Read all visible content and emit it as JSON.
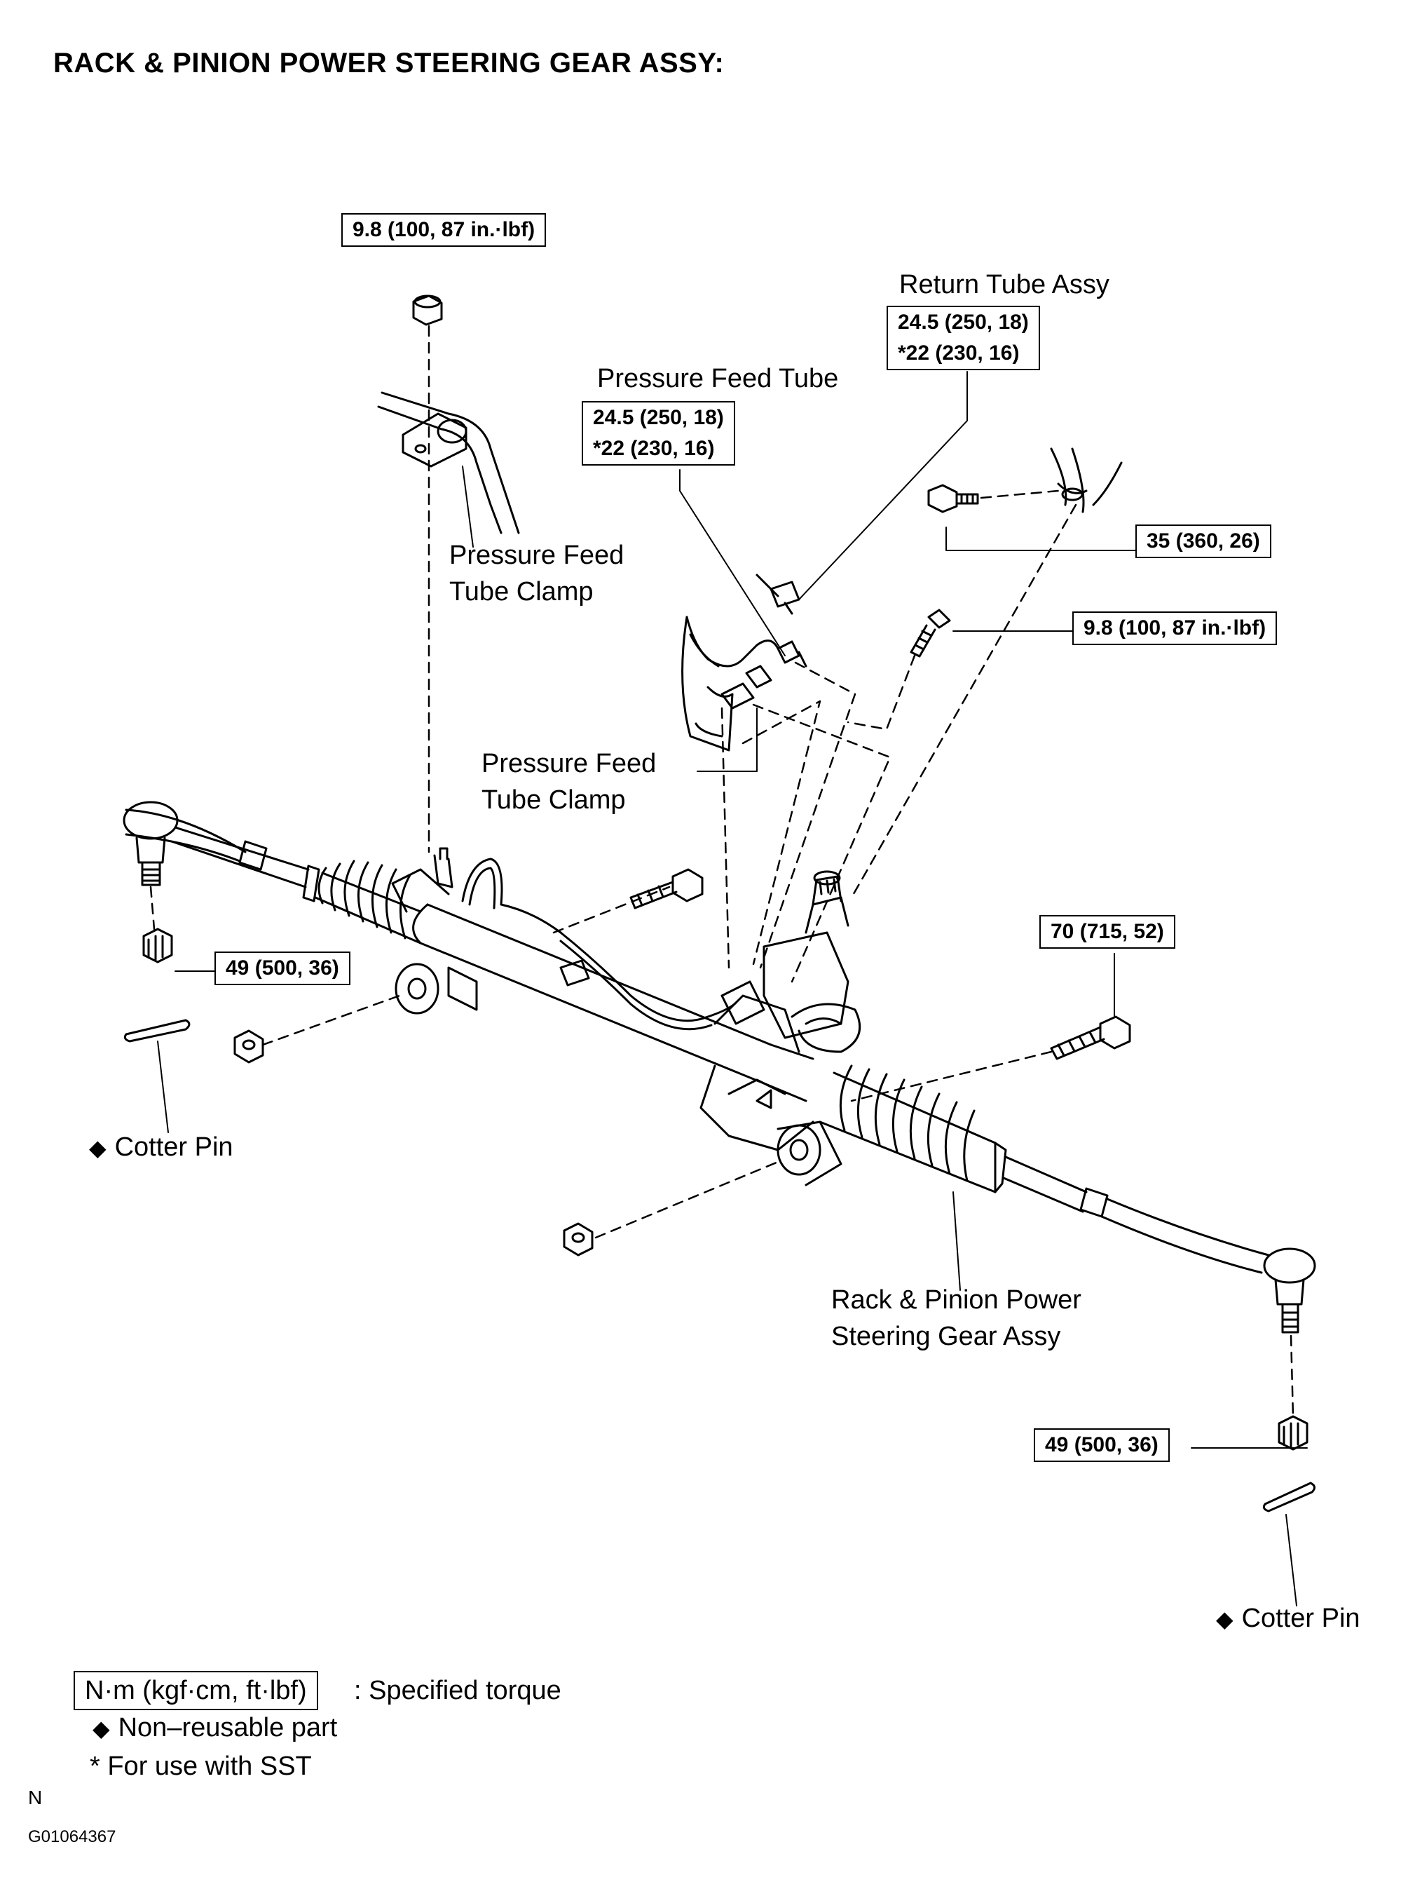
{
  "title": "RACK & PINION POWER STEERING GEAR ASSY:",
  "labels": {
    "return_tube": "Return Tube Assy",
    "pressure_feed_tube": "Pressure Feed Tube",
    "clamp_upper_1": "Pressure Feed",
    "clamp_upper_2": "Tube Clamp",
    "clamp_lower_1": "Pressure Feed",
    "clamp_lower_2": "Tube Clamp",
    "cotter_left": "Cotter Pin",
    "cotter_right": "Cotter Pin",
    "gear_assy_1": "Rack & Pinion Power",
    "gear_assy_2": "Steering Gear Assy",
    "diamond": "◆"
  },
  "torques": {
    "top_left": "9.8 (100, 87 in.·lbf)",
    "return_tube_1": "24.5 (250, 18)",
    "return_tube_2": "*22 (230, 16)",
    "pressure_feed_1": "24.5 (250, 18)",
    "pressure_feed_2": "*22 (230, 16)",
    "bolt_35": "35 (360, 26)",
    "bolt_9_8": "9.8 (100, 87 in.·lbf)",
    "bolt_70": "70 (715, 52)",
    "nut_left": "49 (500, 36)",
    "nut_right": "49 (500, 36)"
  },
  "legend": {
    "unit_box": "N·m (kgf·cm, ft·lbf)",
    "unit_desc": ": Specified torque",
    "non_reusable": "Non–reusable part",
    "sst": "* For use with SST"
  },
  "footer": {
    "letter": "N",
    "code": "G01064367"
  }
}
